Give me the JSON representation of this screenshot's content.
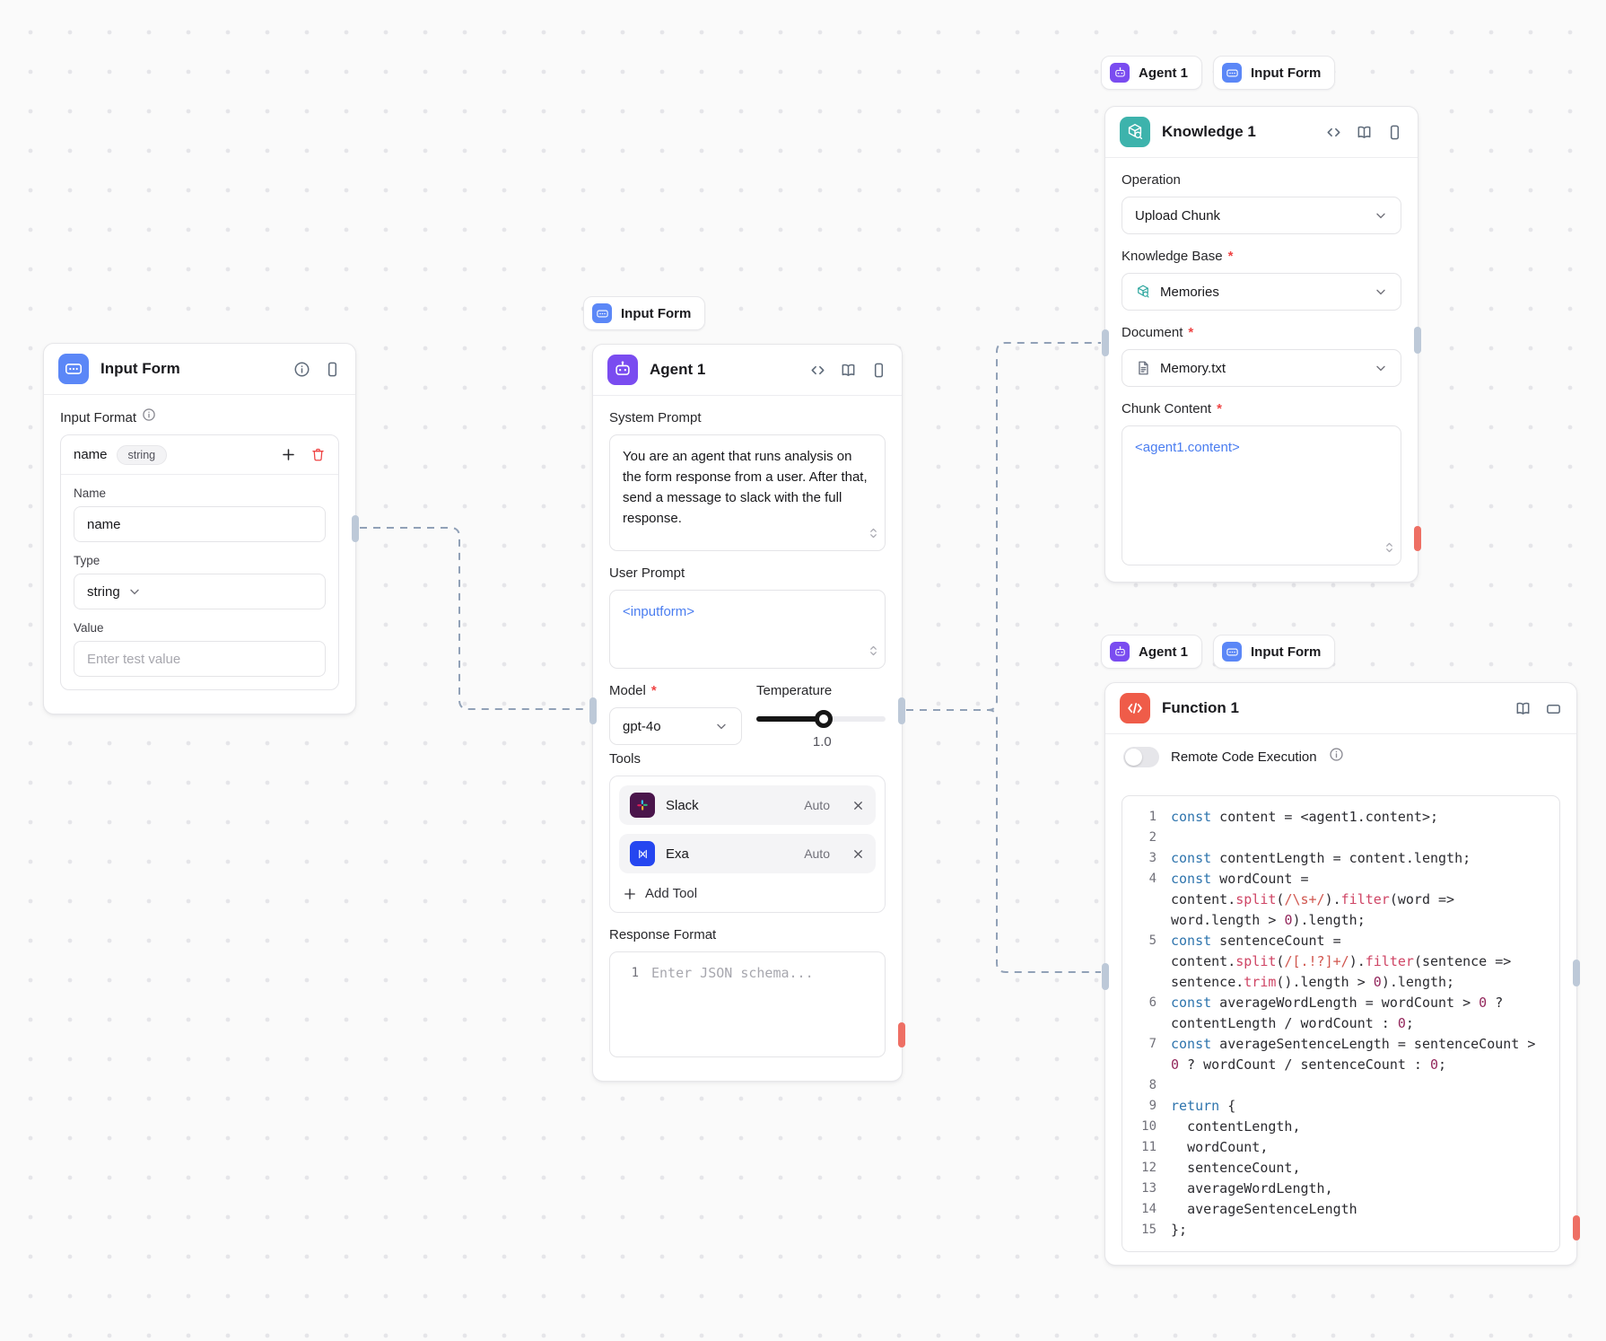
{
  "colors": {
    "agent_accent": "#7a4cf0",
    "input_form_accent": "#5b87f7",
    "knowledge_accent": "#3db3ac",
    "function_accent": "#ef5c49",
    "slack_bg": "#4a154b",
    "exa_bg": "#2546f0",
    "template_text": "#4a7df0",
    "port_gray": "#bdc9d8",
    "port_red": "#ee6f64",
    "edge": "#91a1b7"
  },
  "badges": {
    "above_agent": [
      {
        "icon": "input-form",
        "label": "Input Form"
      }
    ],
    "above_knowledge": [
      {
        "icon": "agent",
        "label": "Agent 1"
      },
      {
        "icon": "input-form",
        "label": "Input Form"
      }
    ],
    "above_function": [
      {
        "icon": "agent",
        "label": "Agent 1"
      },
      {
        "icon": "input-form",
        "label": "Input Form"
      }
    ]
  },
  "input_form_node": {
    "title": "Input Form",
    "input_format_label": "Input Format",
    "row_field_name": "name",
    "row_field_type": "string",
    "name_label": "Name",
    "name_value": "name",
    "type_label": "Type",
    "type_value": "string",
    "value_label": "Value",
    "value_placeholder": "Enter test value"
  },
  "agent_node": {
    "title": "Agent 1",
    "system_prompt_label": "System Prompt",
    "system_prompt_value": "You are an agent that runs analysis on the form response from a user. After that, send a message to slack with the full response.",
    "user_prompt_label": "User Prompt",
    "user_prompt_value": "<inputform>",
    "model_label": "Model",
    "model_value": "gpt-4o",
    "temperature_label": "Temperature",
    "temperature_value": "1.0",
    "tools_label": "Tools",
    "tools": [
      {
        "icon": "slack",
        "name": "Slack",
        "mode": "Auto"
      },
      {
        "icon": "exa",
        "name": "Exa",
        "mode": "Auto"
      }
    ],
    "add_tool_label": "Add Tool",
    "response_format_label": "Response Format",
    "response_format_line": "1",
    "response_format_placeholder": "Enter JSON schema..."
  },
  "knowledge_node": {
    "title": "Knowledge 1",
    "operation_label": "Operation",
    "operation_value": "Upload Chunk",
    "knowledge_base_label": "Knowledge Base",
    "knowledge_base_value": "Memories",
    "document_label": "Document",
    "document_value": "Memory.txt",
    "chunk_content_label": "Chunk Content",
    "chunk_content_value": "<agent1.content>"
  },
  "function_node": {
    "title": "Function 1",
    "toggle_label": "Remote Code Execution",
    "code_lines": [
      {
        "n": "1",
        "t": [
          [
            "k",
            "const"
          ],
          [
            "p",
            " content = <agent1.content>;"
          ]
        ]
      },
      {
        "n": "2",
        "t": []
      },
      {
        "n": "3",
        "t": [
          [
            "k",
            "const"
          ],
          [
            "p",
            " contentLength = content.length;"
          ]
        ]
      },
      {
        "n": "4",
        "t": [
          [
            "k",
            "const"
          ],
          [
            "p",
            " wordCount = content."
          ],
          [
            "f",
            "split"
          ],
          [
            "p",
            "("
          ],
          [
            "r",
            "/\\s+/"
          ],
          [
            "p",
            ")."
          ],
          [
            "f",
            "filter"
          ],
          [
            "p",
            "(word => word.length > "
          ],
          [
            "n",
            "0"
          ],
          [
            "p",
            ").length;"
          ]
        ]
      },
      {
        "n": "5",
        "t": [
          [
            "k",
            "const"
          ],
          [
            "p",
            " sentenceCount = content."
          ],
          [
            "f",
            "split"
          ],
          [
            "p",
            "("
          ],
          [
            "r",
            "/[.!?]+/"
          ],
          [
            "p",
            ")."
          ],
          [
            "f",
            "filter"
          ],
          [
            "p",
            "(sentence => sentence."
          ],
          [
            "f",
            "trim"
          ],
          [
            "p",
            "().length > "
          ],
          [
            "n",
            "0"
          ],
          [
            "p",
            ").length;"
          ]
        ]
      },
      {
        "n": "6",
        "t": [
          [
            "k",
            "const"
          ],
          [
            "p",
            " averageWordLength = wordCount > "
          ],
          [
            "n",
            "0"
          ],
          [
            "p",
            " ? contentLength / wordCount : "
          ],
          [
            "n",
            "0"
          ],
          [
            "p",
            ";"
          ]
        ]
      },
      {
        "n": "7",
        "t": [
          [
            "k",
            "const"
          ],
          [
            "p",
            " averageSentenceLength = sentenceCount > "
          ],
          [
            "n",
            "0"
          ],
          [
            "p",
            " ? wordCount / sentenceCount : "
          ],
          [
            "n",
            "0"
          ],
          [
            "p",
            ";"
          ]
        ]
      },
      {
        "n": "8",
        "t": []
      },
      {
        "n": "9",
        "t": [
          [
            "k",
            "return"
          ],
          [
            "p",
            " {"
          ]
        ]
      },
      {
        "n": "10",
        "t": [
          [
            "p",
            "  contentLength,"
          ]
        ]
      },
      {
        "n": "11",
        "t": [
          [
            "p",
            "  wordCount,"
          ]
        ]
      },
      {
        "n": "12",
        "t": [
          [
            "p",
            "  sentenceCount,"
          ]
        ]
      },
      {
        "n": "13",
        "t": [
          [
            "p",
            "  averageWordLength,"
          ]
        ]
      },
      {
        "n": "14",
        "t": [
          [
            "p",
            "  averageSentenceLength"
          ]
        ]
      },
      {
        "n": "15",
        "t": [
          [
            "p",
            "};"
          ]
        ]
      }
    ]
  }
}
